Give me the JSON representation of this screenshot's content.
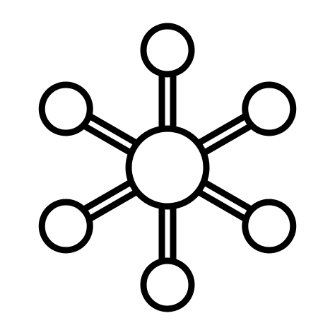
{
  "icon": {
    "name": "network-hub-icon",
    "stroke_color": "#000000",
    "fill_color": "#ffffff",
    "background_color": "#ffffff",
    "hub": "central-node",
    "spokes": [
      "spoke-top",
      "spoke-upper-right",
      "spoke-lower-right",
      "spoke-bottom",
      "spoke-lower-left",
      "spoke-upper-left"
    ],
    "satellites": [
      "satellite-node-top",
      "satellite-node-upper-right",
      "satellite-node-lower-right",
      "satellite-node-bottom",
      "satellite-node-lower-left",
      "satellite-node-upper-left"
    ]
  }
}
